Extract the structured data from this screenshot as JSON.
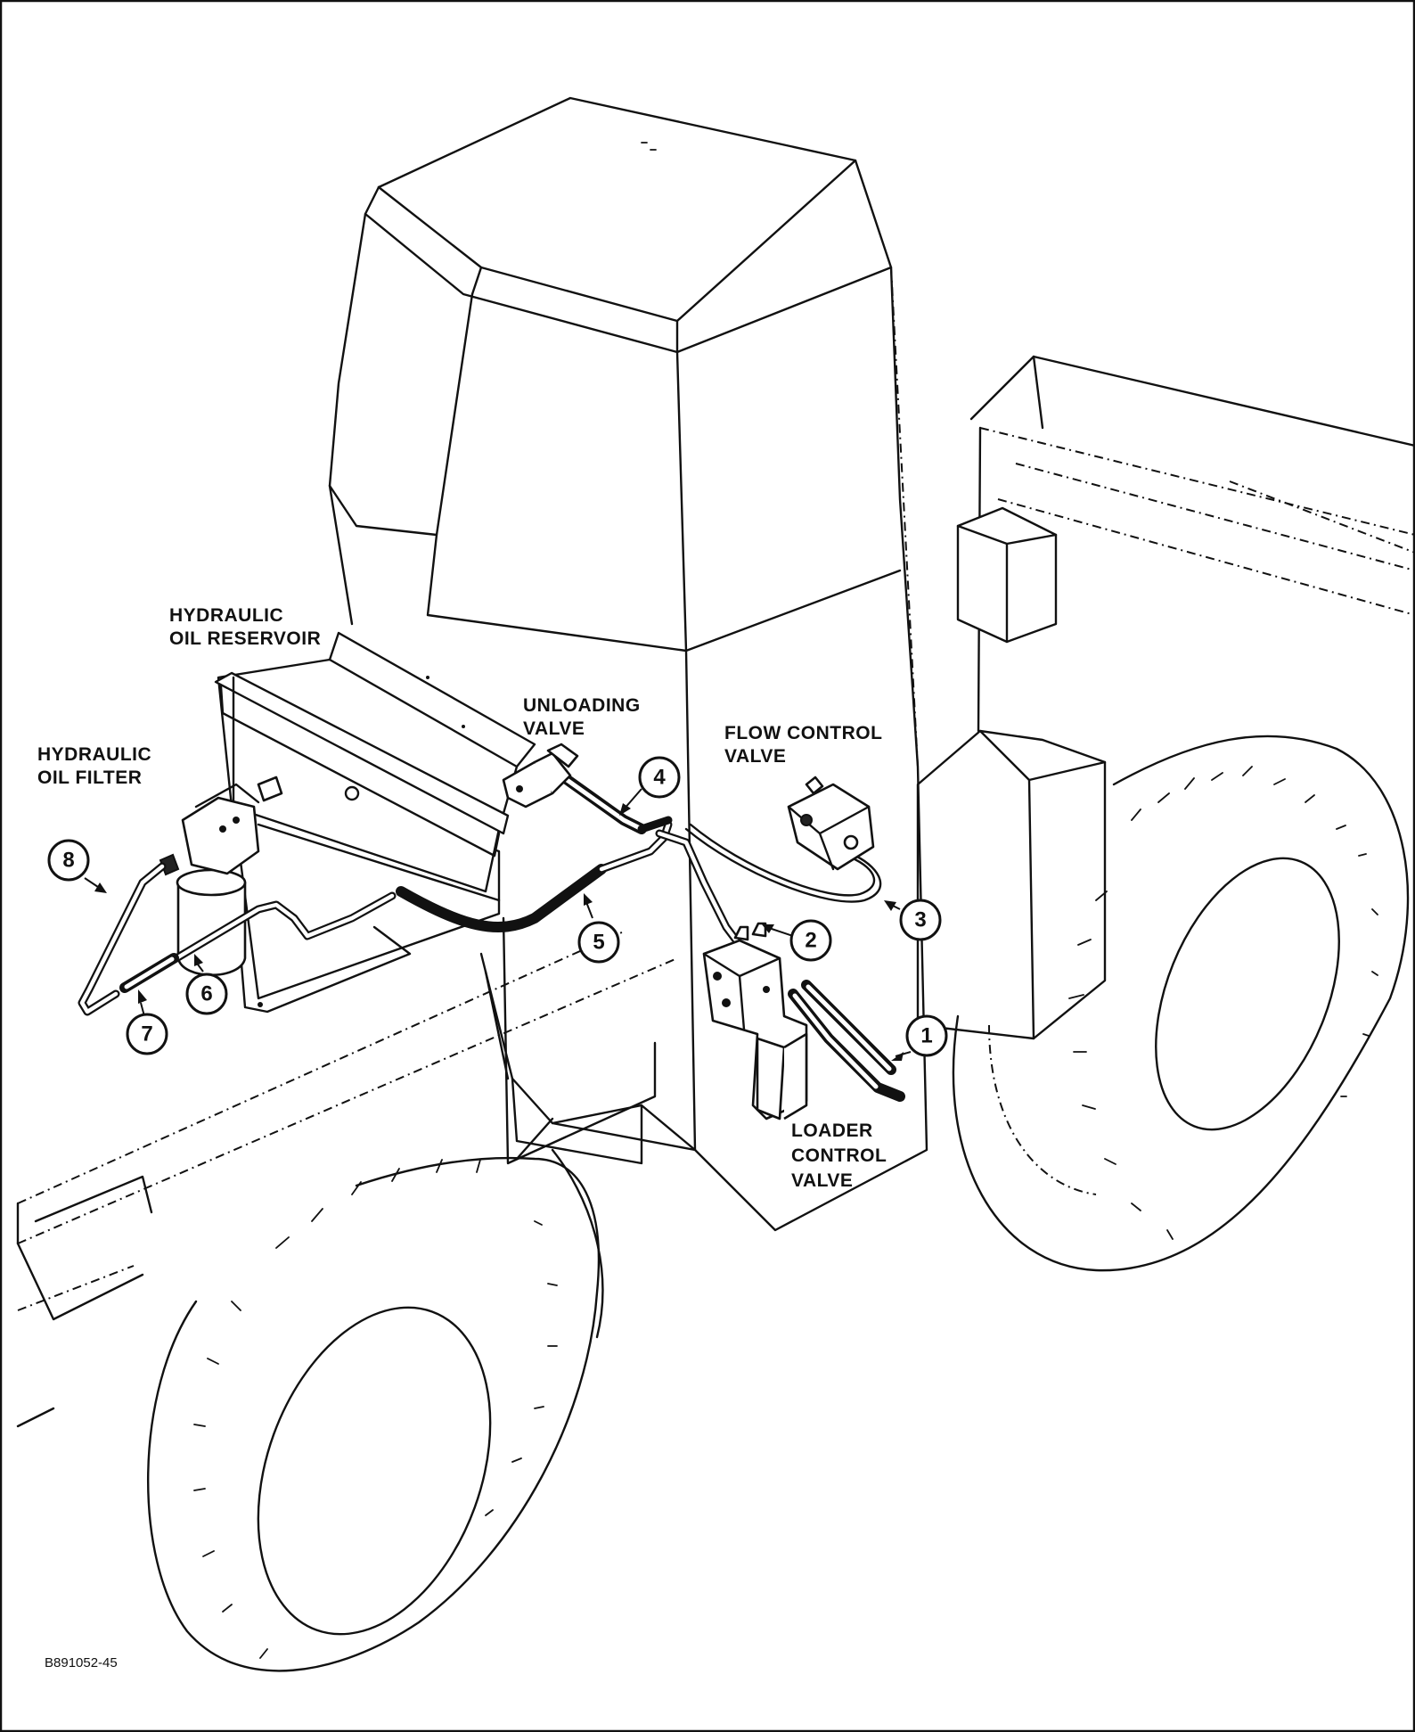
{
  "labels": {
    "reservoir": [
      "HYDRAULIC",
      "OIL RESERVOIR"
    ],
    "filter": [
      "HYDRAULIC",
      "OIL FILTER"
    ],
    "unloading": [
      "UNLOADING",
      "VALVE"
    ],
    "flow": [
      "FLOW CONTROL",
      "VALVE"
    ],
    "loader": [
      "LOADER",
      "CONTROL",
      "VALVE"
    ]
  },
  "callouts": [
    "1",
    "2",
    "3",
    "4",
    "5",
    "6",
    "7",
    "8"
  ],
  "figure_code": "B891052-45"
}
